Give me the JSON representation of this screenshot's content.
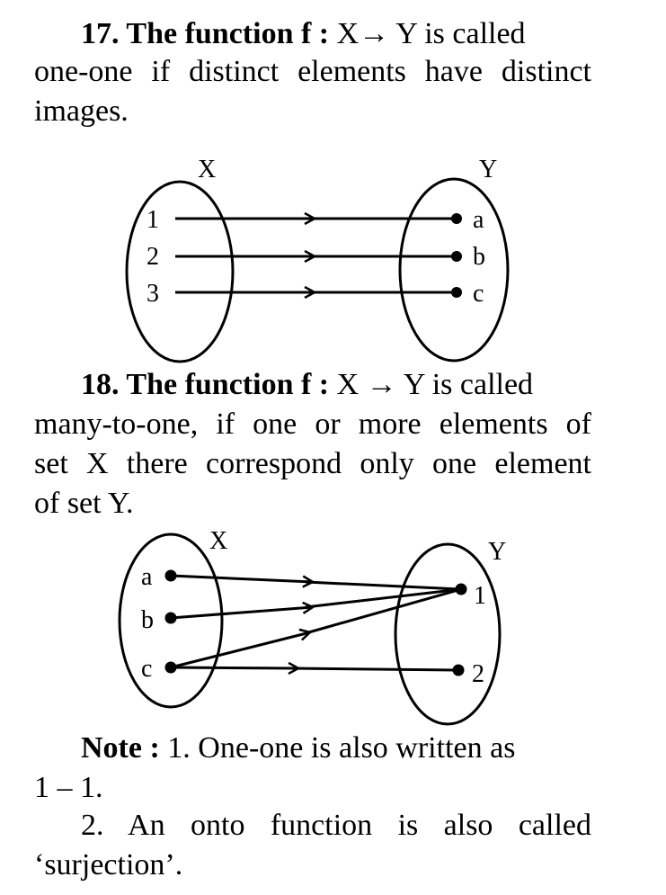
{
  "section17": {
    "heading": "17. The function f :",
    "rest": " X→ Y is called",
    "line2": "one-one if distinct elements have distinct",
    "line3": "images."
  },
  "diagram1": {
    "set_x_label": "X",
    "set_y_label": "Y",
    "domain": [
      "1",
      "2",
      "3"
    ],
    "codomain": [
      "a",
      "b",
      "c"
    ],
    "mapping": [
      [
        "1",
        "a"
      ],
      [
        "2",
        "b"
      ],
      [
        "3",
        "c"
      ]
    ]
  },
  "section18": {
    "heading": "18. The function f :",
    "rest": " X → Y is called",
    "line2": "many-to-one, if one or more elements of",
    "line3": "set X there correspond only one element",
    "line4": "of set Y."
  },
  "diagram2": {
    "set_x_label": "X",
    "set_y_label": "Y",
    "domain": [
      "a",
      "b",
      "c"
    ],
    "codomain": [
      "1",
      "2"
    ],
    "mapping": [
      [
        "a",
        "1"
      ],
      [
        "b",
        "1"
      ],
      [
        "c",
        "1"
      ],
      [
        "c",
        "2"
      ]
    ]
  },
  "note": {
    "label": "Note :",
    "item1": " 1. One-one is also written as",
    "item1_cont": "1 – 1.",
    "item2": "2. An onto function is also called",
    "item2_cont": "‘surjection’."
  }
}
